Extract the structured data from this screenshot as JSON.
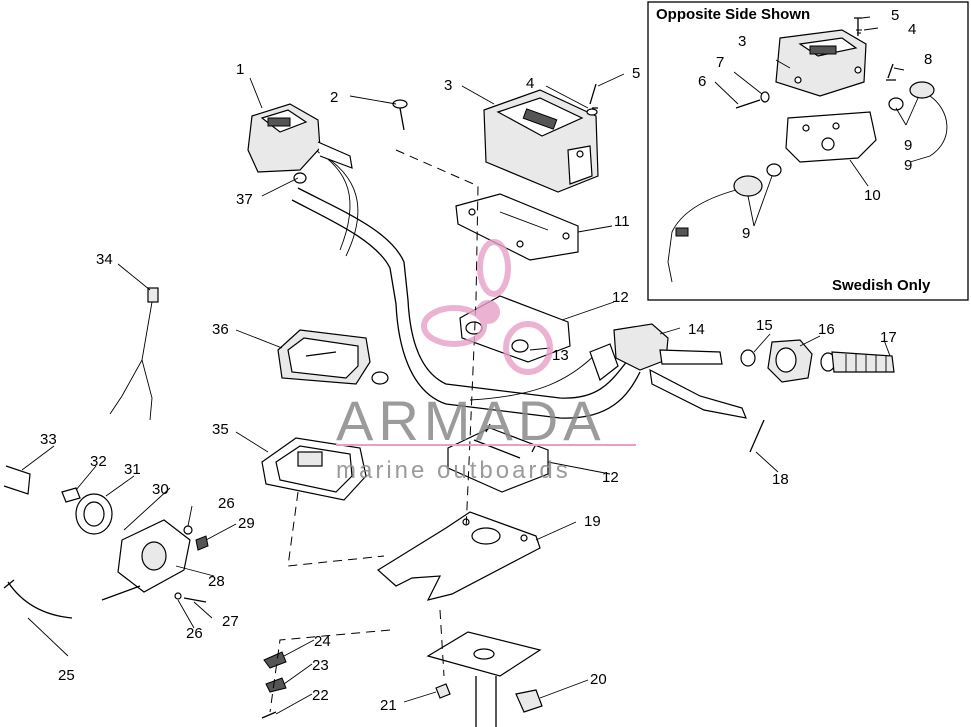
{
  "callouts": [
    {
      "id": "c1",
      "text": "1"
    },
    {
      "id": "c2",
      "text": "2"
    },
    {
      "id": "c3",
      "text": "3"
    },
    {
      "id": "c4",
      "text": "4"
    },
    {
      "id": "c5",
      "text": "5"
    },
    {
      "id": "c11",
      "text": "11"
    },
    {
      "id": "c12a",
      "text": "12"
    },
    {
      "id": "c13",
      "text": "13"
    },
    {
      "id": "c12b",
      "text": "12"
    },
    {
      "id": "c14",
      "text": "14"
    },
    {
      "id": "c15",
      "text": "15"
    },
    {
      "id": "c16",
      "text": "16"
    },
    {
      "id": "c17",
      "text": "17"
    },
    {
      "id": "c18",
      "text": "18"
    },
    {
      "id": "c19",
      "text": "19"
    },
    {
      "id": "c20",
      "text": "20"
    },
    {
      "id": "c21",
      "text": "21"
    },
    {
      "id": "c22",
      "text": "22"
    },
    {
      "id": "c23",
      "text": "23"
    },
    {
      "id": "c24",
      "text": "24"
    },
    {
      "id": "c25",
      "text": "25"
    },
    {
      "id": "c26a",
      "text": "26"
    },
    {
      "id": "c26b",
      "text": "26"
    },
    {
      "id": "c27",
      "text": "27"
    },
    {
      "id": "c28",
      "text": "28"
    },
    {
      "id": "c29",
      "text": "29"
    },
    {
      "id": "c30",
      "text": "30"
    },
    {
      "id": "c31",
      "text": "31"
    },
    {
      "id": "c32",
      "text": "32"
    },
    {
      "id": "c33",
      "text": "33"
    },
    {
      "id": "c34",
      "text": "34"
    },
    {
      "id": "c35",
      "text": "35"
    },
    {
      "id": "c36",
      "text": "36"
    },
    {
      "id": "c37",
      "text": "37"
    }
  ],
  "inset": {
    "header": "Opposite Side Shown",
    "footer": "Swedish Only",
    "callouts": [
      {
        "id": "i5",
        "text": "5"
      },
      {
        "id": "i4",
        "text": "4"
      },
      {
        "id": "i3",
        "text": "3"
      },
      {
        "id": "i8",
        "text": "8"
      },
      {
        "id": "i7",
        "text": "7"
      },
      {
        "id": "i6",
        "text": "6"
      },
      {
        "id": "i9a",
        "text": "9"
      },
      {
        "id": "i9b",
        "text": "9"
      },
      {
        "id": "i10",
        "text": "10"
      },
      {
        "id": "i9c",
        "text": "9"
      }
    ]
  },
  "watermark": {
    "brand": "ARMADA",
    "tagline": "marine outboards",
    "colors": {
      "logo": "#e8a0c8",
      "text": "#8a8a8a"
    }
  }
}
